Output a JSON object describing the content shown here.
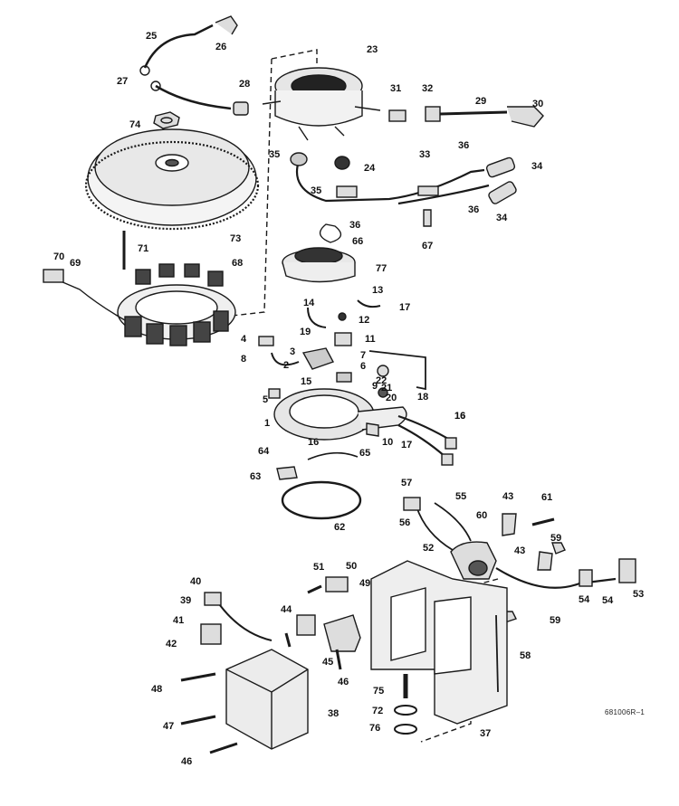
{
  "diagram": {
    "drawing_code": "681006R–1",
    "callout_labels": [
      "1",
      "2",
      "3",
      "4",
      "5",
      "6",
      "7",
      "8",
      "9",
      "10",
      "11",
      "12",
      "13",
      "14",
      "15",
      "16",
      "16",
      "16",
      "17",
      "17",
      "18",
      "19",
      "20",
      "21",
      "22",
      "23",
      "24",
      "25",
      "26",
      "27",
      "28",
      "29",
      "30",
      "31",
      "32",
      "33",
      "34",
      "34",
      "35",
      "35",
      "36",
      "36",
      "36",
      "37",
      "38",
      "39",
      "40",
      "41",
      "42",
      "43",
      "43",
      "44",
      "45",
      "46",
      "46",
      "47",
      "48",
      "49",
      "50",
      "51",
      "52",
      "53",
      "54",
      "54",
      "55",
      "56",
      "57",
      "58",
      "59",
      "59",
      "60",
      "61",
      "62",
      "63",
      "64",
      "65",
      "66",
      "67",
      "68",
      "69",
      "70",
      "71",
      "72",
      "73",
      "74",
      "75",
      "76",
      "77"
    ],
    "line_color": "#1a1a1a"
  }
}
